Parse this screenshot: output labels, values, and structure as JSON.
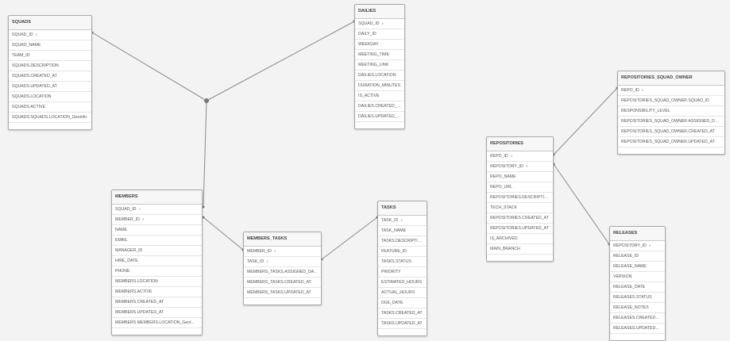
{
  "tables": {
    "squads": {
      "title": "SQUADS",
      "fields": [
        {
          "name": "SQUAD_ID",
          "icon": "key-icon"
        },
        {
          "name": "SQUAD_NAME"
        },
        {
          "name": "TEAM_ID"
        },
        {
          "name": "SQUADS.DESCRIPTION"
        },
        {
          "name": "SQUADS.CREATED_AT"
        },
        {
          "name": "SQUADS.UPDATED_AT"
        },
        {
          "name": "SQUADS.LOCATION"
        },
        {
          "name": "SQUADS.ACTIVE"
        },
        {
          "name": "SQUADS.SQUADS.LOCATION_GeoInfo"
        }
      ]
    },
    "dailies": {
      "title": "DAILIES",
      "fields": [
        {
          "name": "SQUAD_ID",
          "icon": "key-icon"
        },
        {
          "name": "DAILY_ID"
        },
        {
          "name": "WEEKDAY"
        },
        {
          "name": "MEETING_TIME"
        },
        {
          "name": "MEETING_LINK"
        },
        {
          "name": "DAILIES.LOCATION"
        },
        {
          "name": "DURATION_MINUTES"
        },
        {
          "name": "IS_ACTIVE"
        },
        {
          "name": "DAILIES.CREATED_AT"
        },
        {
          "name": "DAILIES.UPDATED_AT"
        }
      ]
    },
    "members": {
      "title": "MEMBERS",
      "fields": [
        {
          "name": "SQUAD_ID",
          "icon": "key-icon"
        },
        {
          "name": "MEMBER_ID",
          "icon": "key-icon"
        },
        {
          "name": "NAME"
        },
        {
          "name": "EMAIL"
        },
        {
          "name": "MANAGER_ID"
        },
        {
          "name": "HIRE_DATE"
        },
        {
          "name": "PHONE"
        },
        {
          "name": "MEMBERS.LOCATION"
        },
        {
          "name": "MEMBERS.ACTIVE"
        },
        {
          "name": "MEMBERS.CREATED_AT"
        },
        {
          "name": "MEMBERS.UPDATED_AT"
        },
        {
          "name": "MEMBERS.MEMBERS.LOCATION_GeoI..."
        }
      ]
    },
    "members_tasks": {
      "title": "MEMBERS_TASKS",
      "fields": [
        {
          "name": "MEMBER_ID",
          "icon": "key-icon"
        },
        {
          "name": "TASK_ID",
          "icon": "key-icon"
        },
        {
          "name": "MEMBERS_TASKS.ASSIGNED_DATE"
        },
        {
          "name": "MEMBERS_TASKS.CREATED_AT"
        },
        {
          "name": "MEMBERS_TASKS.UPDATED_AT"
        }
      ]
    },
    "tasks": {
      "title": "TASKS",
      "fields": [
        {
          "name": "TASK_ID",
          "icon": "key-icon"
        },
        {
          "name": "TASK_NAME"
        },
        {
          "name": "TASKS.DESCRIPTION"
        },
        {
          "name": "FEATURE_ID"
        },
        {
          "name": "TASKS.STATUS"
        },
        {
          "name": "PRIORITY"
        },
        {
          "name": "ESTIMATED_HOURS"
        },
        {
          "name": "ACTUAL_HOURS"
        },
        {
          "name": "DUE_DATE"
        },
        {
          "name": "TASKS.CREATED_AT"
        },
        {
          "name": "TASKS.UPDATED_AT"
        }
      ]
    },
    "repositories": {
      "title": "REPOSITORIES",
      "fields": [
        {
          "name": "REPO_ID",
          "icon": "key-icon"
        },
        {
          "name": "REPOSITORY_ID",
          "icon": "key-icon"
        },
        {
          "name": "REPO_NAME"
        },
        {
          "name": "REPO_URL"
        },
        {
          "name": "REPOSITORIES.DESCRIPTION"
        },
        {
          "name": "TECH_STACK"
        },
        {
          "name": "REPOSITORIES.CREATED_AT"
        },
        {
          "name": "REPOSITORIES.UPDATED_AT"
        },
        {
          "name": "IS_ARCHIVED"
        },
        {
          "name": "MAIN_BRANCH"
        }
      ]
    },
    "repositories_squad_owner": {
      "title": "REPOSITORIES_SQUAD_OWNER",
      "fields": [
        {
          "name": "REPO_ID",
          "icon": "key-icon"
        },
        {
          "name": "REPOSITORIES_SQUAD_OWNER.SQUAD_ID"
        },
        {
          "name": "RESPONSIBILITY_LEVEL"
        },
        {
          "name": "REPOSITORIES_SQUAD_OWNER.ASSIGNED_DATE"
        },
        {
          "name": "REPOSITORIES_SQUAD_OWNER.CREATED_AT"
        },
        {
          "name": "REPOSITORIES_SQUAD_OWNER.UPDATED_AT"
        }
      ]
    },
    "releases": {
      "title": "RELEASES",
      "fields": [
        {
          "name": "REPOSITORY_ID",
          "icon": "key-icon"
        },
        {
          "name": "RELEASE_ID"
        },
        {
          "name": "RELEASE_NAME"
        },
        {
          "name": "VERSION"
        },
        {
          "name": "RELEASE_DATE"
        },
        {
          "name": "RELEASES.STATUS"
        },
        {
          "name": "RELEASE_NOTES"
        },
        {
          "name": "RELEASES.CREATED_AT"
        },
        {
          "name": "RELEASES.UPDATED_AT"
        }
      ]
    }
  },
  "colors": {
    "canvas": "#f3f3f3",
    "link": "#8a8a8a",
    "hub": "#777777"
  }
}
